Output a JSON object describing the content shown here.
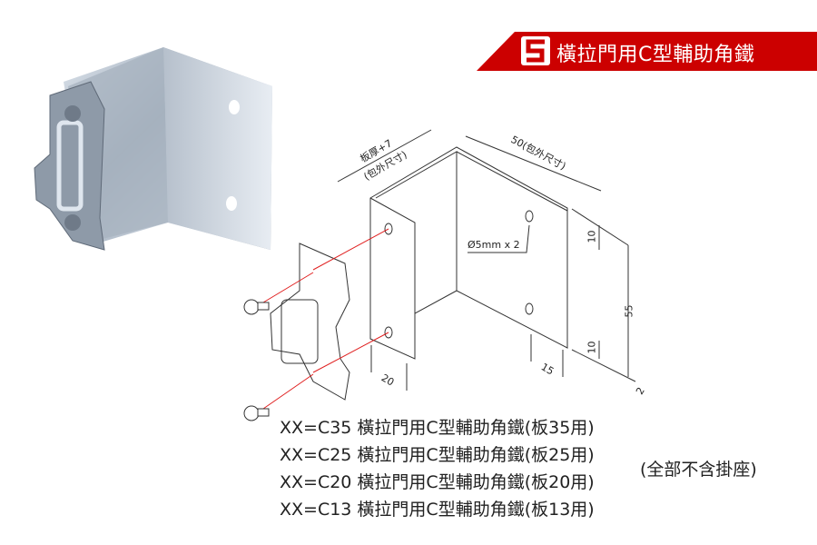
{
  "banner": {
    "title": "橫拉門用C型輔助角鐵",
    "color": "#cc0000",
    "logo": "S-logo"
  },
  "dimensions": {
    "thickness": "板厚+7",
    "thickness_note": "(包外尺寸)",
    "width": "50(包外尺寸)",
    "hole": "Ø5mm x 2",
    "hole_offset_top": "10",
    "height": "55",
    "hole_offset_bottom": "10",
    "right_hole_inset": "15",
    "left_width": "20",
    "plate_thickness": "2"
  },
  "models": [
    "XX=C35 橫拉門用C型輔助角鐵(板35用)",
    "XX=C25 橫拉門用C型輔助角鐵(板25用)",
    "XX=C20 橫拉門用C型輔助角鐵(板20用)",
    "XX=C13 橫拉門用C型輔助角鐵(板13用)"
  ],
  "note": "(全部不含掛座)"
}
